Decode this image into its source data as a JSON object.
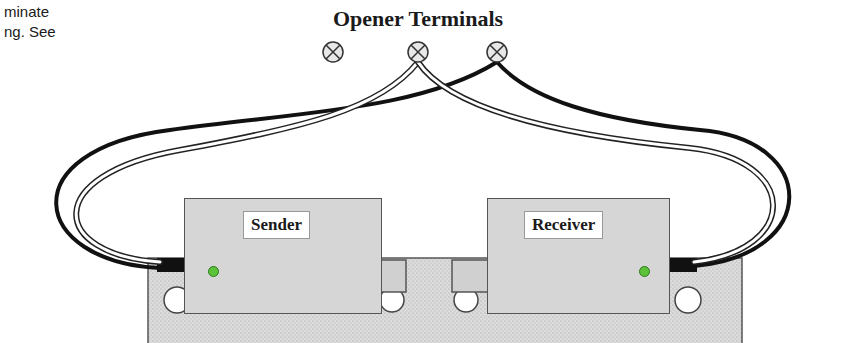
{
  "diagram": {
    "title": "Opener Terminals",
    "nodes": [
      {
        "text": [
          "Sender"
        ]
      },
      {
        "text": [
          "Receiver"
        ]
      }
    ],
    "labels": [
      "minate",
      "ng. See"
    ]
  }
}
